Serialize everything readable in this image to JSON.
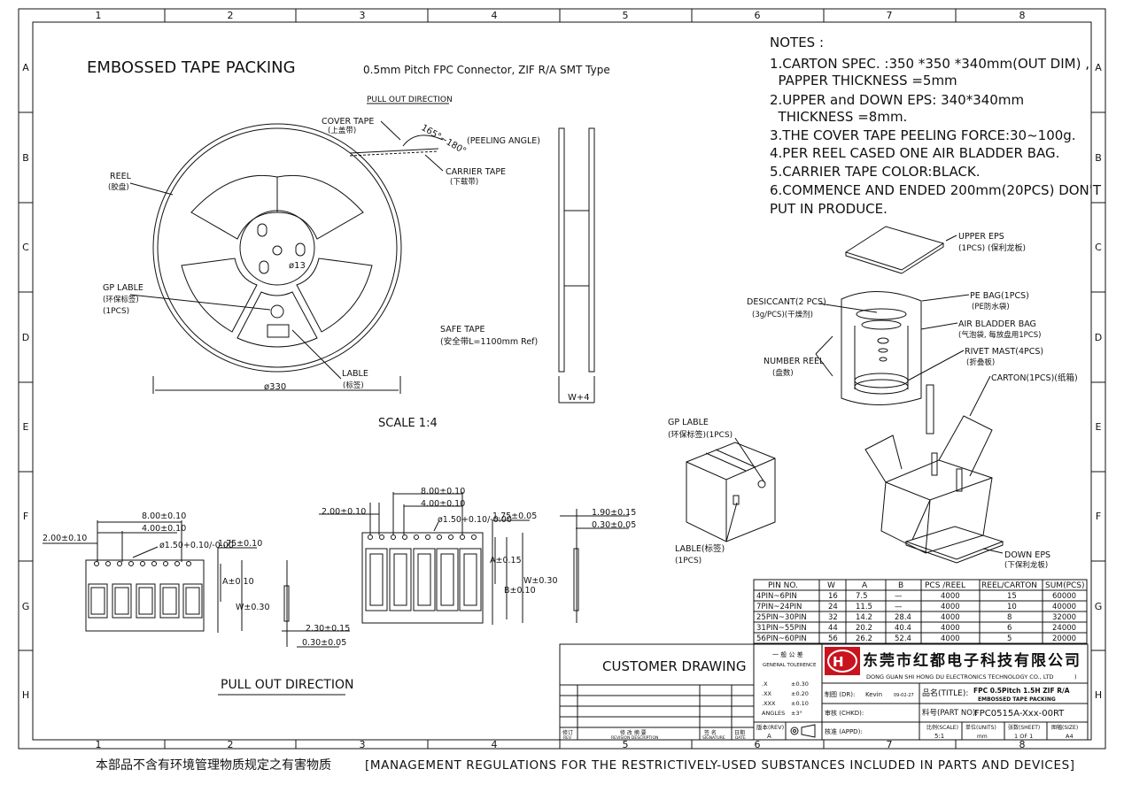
{
  "border": {
    "cols": [
      "1",
      "2",
      "3",
      "4",
      "5",
      "6",
      "7",
      "8"
    ],
    "rows": [
      "A",
      "B",
      "C",
      "D",
      "E",
      "F",
      "G",
      "H"
    ]
  },
  "title": "EMBOSSED TAPE PACKING",
  "subtitle": "0.5mm Pitch FPC Connector, ZIF R/A SMT Type",
  "reel": {
    "pull_out": "PULL OUT DIRECTION",
    "cover_tape": "COVER TAPE",
    "cover_tape_zh": "(上盖带)",
    "angle": "165°~180°",
    "peeling_angle": "(PEELING ANGLE)",
    "carrier_tape": "CARRIER TAPE",
    "carrier_tape_zh": "(下载带)",
    "reel": "REEL",
    "reel_zh": "(胶盘)",
    "hole": "ø13",
    "gp_lable": "GP LABLE",
    "gp_lable_zh": "(环保标签)",
    "gp_lable_qty": "(1PCS)",
    "lable": "LABLE",
    "lable_zh": "(标签)",
    "diameter": "ø330",
    "safe_tape": "SAFE TAPE",
    "safe_tape_detail": "(安全带L=1100mm Ref)",
    "width": "W+4",
    "scale": "SCALE 1:4"
  },
  "notes": {
    "heading": "NOTES :",
    "lines": [
      "1.CARTON SPEC. :350 *350 *340mm(OUT DIM) ,",
      "  PAPPER THICKNESS =5mm",
      "2.UPPER and DOWN EPS: 340*340mm",
      "  THICKNESS =8mm.",
      "3.THE COVER TAPE PEELING FORCE:30~100g.",
      "4.PER REEL CASED ONE AIR BLADDER BAG.",
      "5.CARRIER TAPE COLOR:BLACK.",
      "6.COMMENCE AND ENDED 200mm(20PCS) DON'T",
      "PUT IN PRODUCE."
    ]
  },
  "packing": {
    "upper_eps": "UPPER EPS",
    "upper_eps_zh": "(1PCS)  (保利龙板)",
    "pe_bag": "PE BAG(1PCS)",
    "pe_bag_zh": "(PE防水袋)",
    "desiccant": "DESICCANT(2 PCS)",
    "desiccant_zh": "(3g/PCS)(干燥剂)",
    "air_bag": "AIR BLADDER BAG",
    "air_bag_zh": "(气泡袋, 每放盘用1PCS)",
    "rivet": "RIVET MAST(4PCS)",
    "rivet_zh": "(折叠板)",
    "number_reel": "NUMBER REEL",
    "number_reel_zh": "(盘数)",
    "carton": "CARTON(1PCS)(纸箱)",
    "gp_lable": "GP LABLE",
    "gp_lable_zh": "(环保标签)(1PCS)",
    "lable": "LABLE(标签)",
    "lable_qty": "(1PCS)",
    "down_eps": "DOWN EPS",
    "down_eps_zh": "(下保利龙板)"
  },
  "tape_left": {
    "d800": "8.00±0.10",
    "d400": "4.00±0.10",
    "d200": "2.00±0.10",
    "hole": "ø1.50+0.10/-0.00",
    "d175": "1.75±0.10",
    "a": "A±0.10",
    "w": "W±0.30",
    "t1": "2.30±0.15",
    "t2": "0.30±0.05"
  },
  "tape_mid": {
    "d800": "8.00±0.10",
    "d400": "4.00±0.10",
    "d200": "2.00±0.10",
    "hole": "ø1.50+0.10/-0.00",
    "d175": "1.75±0.05",
    "a": "A±0.15",
    "b": "B±0.10",
    "w": "W±0.30",
    "t1": "1.90±0.15",
    "t2": "0.30±0.05"
  },
  "pull_out_bottom": "PULL OUT DIRECTION",
  "table": {
    "headers": [
      "PIN NO.",
      "W",
      "A",
      "B",
      "PCS /REEL",
      "REEL/CARTON",
      "SUM(PCS)"
    ],
    "rows": [
      [
        "4PIN~6PIN",
        "16",
        "7.5",
        "—",
        "4000",
        "15",
        "60000"
      ],
      [
        "7PIN~24PIN",
        "24",
        "11.5",
        "—",
        "4000",
        "10",
        "40000"
      ],
      [
        "25PIN~30PIN",
        "32",
        "14.2",
        "28.4",
        "4000",
        "8",
        "32000"
      ],
      [
        "31PIN~55PIN",
        "44",
        "20.2",
        "40.4",
        "4000",
        "6",
        "24000"
      ],
      [
        "56PIN~60PIN",
        "56",
        "26.2",
        "52.4",
        "4000",
        "5",
        "20000"
      ]
    ]
  },
  "title_block": {
    "customer_drawing": "CUSTOMER DRAWING",
    "tol_zh": "一 般 公 差",
    "tol_en": "GENERAL TOLERENCE",
    "tol_rows": [
      [
        ".X",
        "±0.30"
      ],
      [
        ".XX",
        "±0.20"
      ],
      [
        ".XXX",
        "±0.10"
      ],
      [
        "ANGLES",
        "±3°"
      ]
    ],
    "company_zh": "东莞市红都电子科技有限公司",
    "company_en": "DONG GUAN SHI HONG DU ELECTRONICS TECHNOLOGY CO., LTD",
    "drawn_label": "制图 (DR):",
    "drawn_by": "Kevin",
    "drawn_date": "09-02-27",
    "title_label": "品名(TITLE):",
    "title_line1": "FPC 0.5Pitch 1.5H ZIF R/A",
    "title_line2": "EMBOSSED TAPE PACKING",
    "check_label": "审核 (CHKD):",
    "partno_label": "料号(PART NO):",
    "partno": "FPC0515A-Xxx-00RT",
    "appd_label": "核准 (APPD):",
    "rev_label": "版本(REV)",
    "rev": "A",
    "scale_label": "比例(SCALE)",
    "scale": "5:1",
    "units_label": "单位(UNITS)",
    "units": "mm",
    "sheet_label": "张数(SHEET)",
    "sheet": "1 OF 1",
    "size_label": "图幅(SIZE)",
    "size": "A4",
    "rev_cols": [
      "修订",
      "修 改 摘 要",
      "签 名",
      "日期"
    ],
    "rev_cols_en": [
      "REV",
      "REVISION DESCRIPTION",
      "SIGNATURE",
      "DATE"
    ]
  },
  "footer": {
    "zh": "本部品不含有环境管理物质规定之有害物质",
    "en": "[MANAGEMENT REGULATIONS FOR THE RESTRICTIVELY-USED SUBSTANCES INCLUDED IN PARTS AND DEVICES]"
  }
}
